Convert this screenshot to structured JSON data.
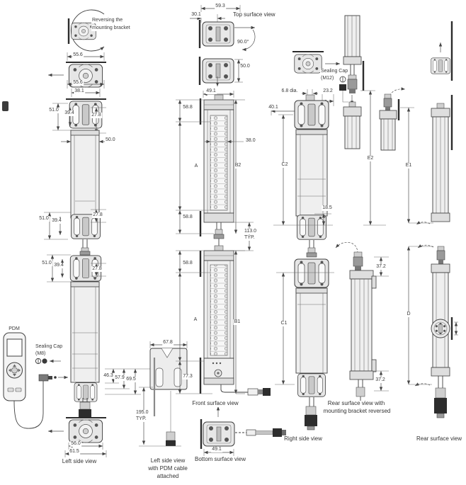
{
  "page": {
    "background": "#ffffff"
  },
  "palette": {
    "line": "#3f3f3f",
    "dim_line": "#4f4f4f",
    "text": "#3a3a3a",
    "body_fill": "#efefef",
    "connector_dark": "#2d2d2d"
  },
  "views": {
    "top_surface": "Top surface view",
    "front_surface": "Front surface view",
    "bottom_surface": "Bottom surface view",
    "left_side": "Left side view",
    "left_side_pdm_line1": "Left side view",
    "left_side_pdm_line2": "with PDM cable",
    "left_side_pdm_line3": "attached",
    "right_side": "Right side view",
    "rear_reversed_line1": "Rear surface view with",
    "rear_reversed_line2": "mounting bracket reversed",
    "rear_surface": "Rear surface view"
  },
  "annotations": {
    "reversing_line1": "Reversing the",
    "reversing_line2": "mounting bracket",
    "pdm": "PDM",
    "sealing_cap_m8_line1": "Sealing Cap",
    "sealing_cap_m8_line2": "(M8)",
    "sealing_cap_m12_line1": "Sealing Cap",
    "sealing_cap_m12_line2": "(M12)",
    "rotation_angle": "90.0°",
    "hole_dia": "6.8 dia.",
    "pitch_113_line1": "113.0",
    "pitch_113_line2": "TYP.",
    "pdm_cable_195_line1": "195.0",
    "pdm_cable_195_line2": "TYP."
  },
  "dims": {
    "left": {
      "d55_6_bracket": "55.6",
      "d55_6": "55.6",
      "d38_1": "38.1",
      "d51_0_top": "51.0",
      "d39_4_top": "39.4",
      "d27_8_top": "27.8",
      "d50_0": "50.0",
      "d51_0_mid": "51.0",
      "d39_4_mid": "39.4",
      "d27_8_mid": "27.8",
      "d51_0_low": "51.0",
      "d39_4_low": "39.4",
      "d27_8_low": "27.8",
      "d46_3": "46.3",
      "d57_9": "57.9",
      "d69_5": "69.5",
      "d56_0": "56.0",
      "d61_5": "61.5",
      "d67_8": "67.8"
    },
    "front": {
      "d59_3": "59.3",
      "d30_1": "30.1",
      "d50_0_top_view": "50.0",
      "d49_1_top": "49.1",
      "d58_8_a": "58.8",
      "d38_0": "38.0",
      "a_upper": "A",
      "b2": "B2",
      "d58_8_b": "58.8",
      "d58_8_c": "58.8",
      "a_lower": "A",
      "b1": "B1",
      "d77_3": "77.3",
      "d49_1_bottom": "49.1"
    },
    "right": {
      "d23_2": "23.2",
      "d40_1": "40.1",
      "c2": "C2",
      "d18_5": "18.5",
      "c1": "C1"
    },
    "rear": {
      "e2": "E2",
      "e1": "E1",
      "d37_2_top": "37.2",
      "d": "D",
      "d37_2_bottom": "37.2"
    }
  }
}
